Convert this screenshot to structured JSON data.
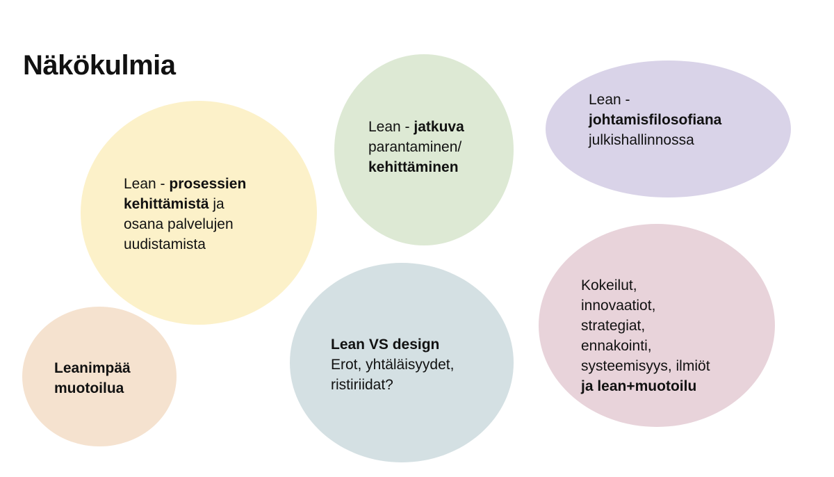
{
  "title": "Näkökulmia",
  "bubbles": {
    "process": {
      "prefix": "Lean - ",
      "bold1": "prosessien",
      "bold2": "kehittämistä",
      "rest1": " ja",
      "line3": "osana palvelujen",
      "line4": "uudistamista"
    },
    "continuous": {
      "prefix": "Lean - ",
      "bold1": "jatkuva",
      "line2": "parantaminen/",
      "bold3": "kehittäminen"
    },
    "philosophy": {
      "line1": "Lean -",
      "bold2": "johtamisfilosofiana",
      "line3": "julkishallinnossa"
    },
    "leaner": {
      "bold1": "Leanimpää",
      "bold2": "muotoilua"
    },
    "versus": {
      "bold1": "Lean VS design",
      "line2": "Erot, yhtäläisyydet,",
      "line3": "ristiriidat?"
    },
    "experiments": {
      "line1": "Kokeilut,",
      "line2": "innovaatiot,",
      "line3": "strategiat,",
      "line4": "ennakointi,",
      "line5": "systeemisyys, ilmiöt",
      "bold6": "ja lean+muotoilu"
    }
  },
  "colors": {
    "yellow": "#fcf1c9",
    "green": "#dde9d4",
    "purple": "#d9d3e8",
    "orange": "#f5e2cf",
    "blue": "#d4e0e3",
    "pink": "#e8d3da"
  }
}
